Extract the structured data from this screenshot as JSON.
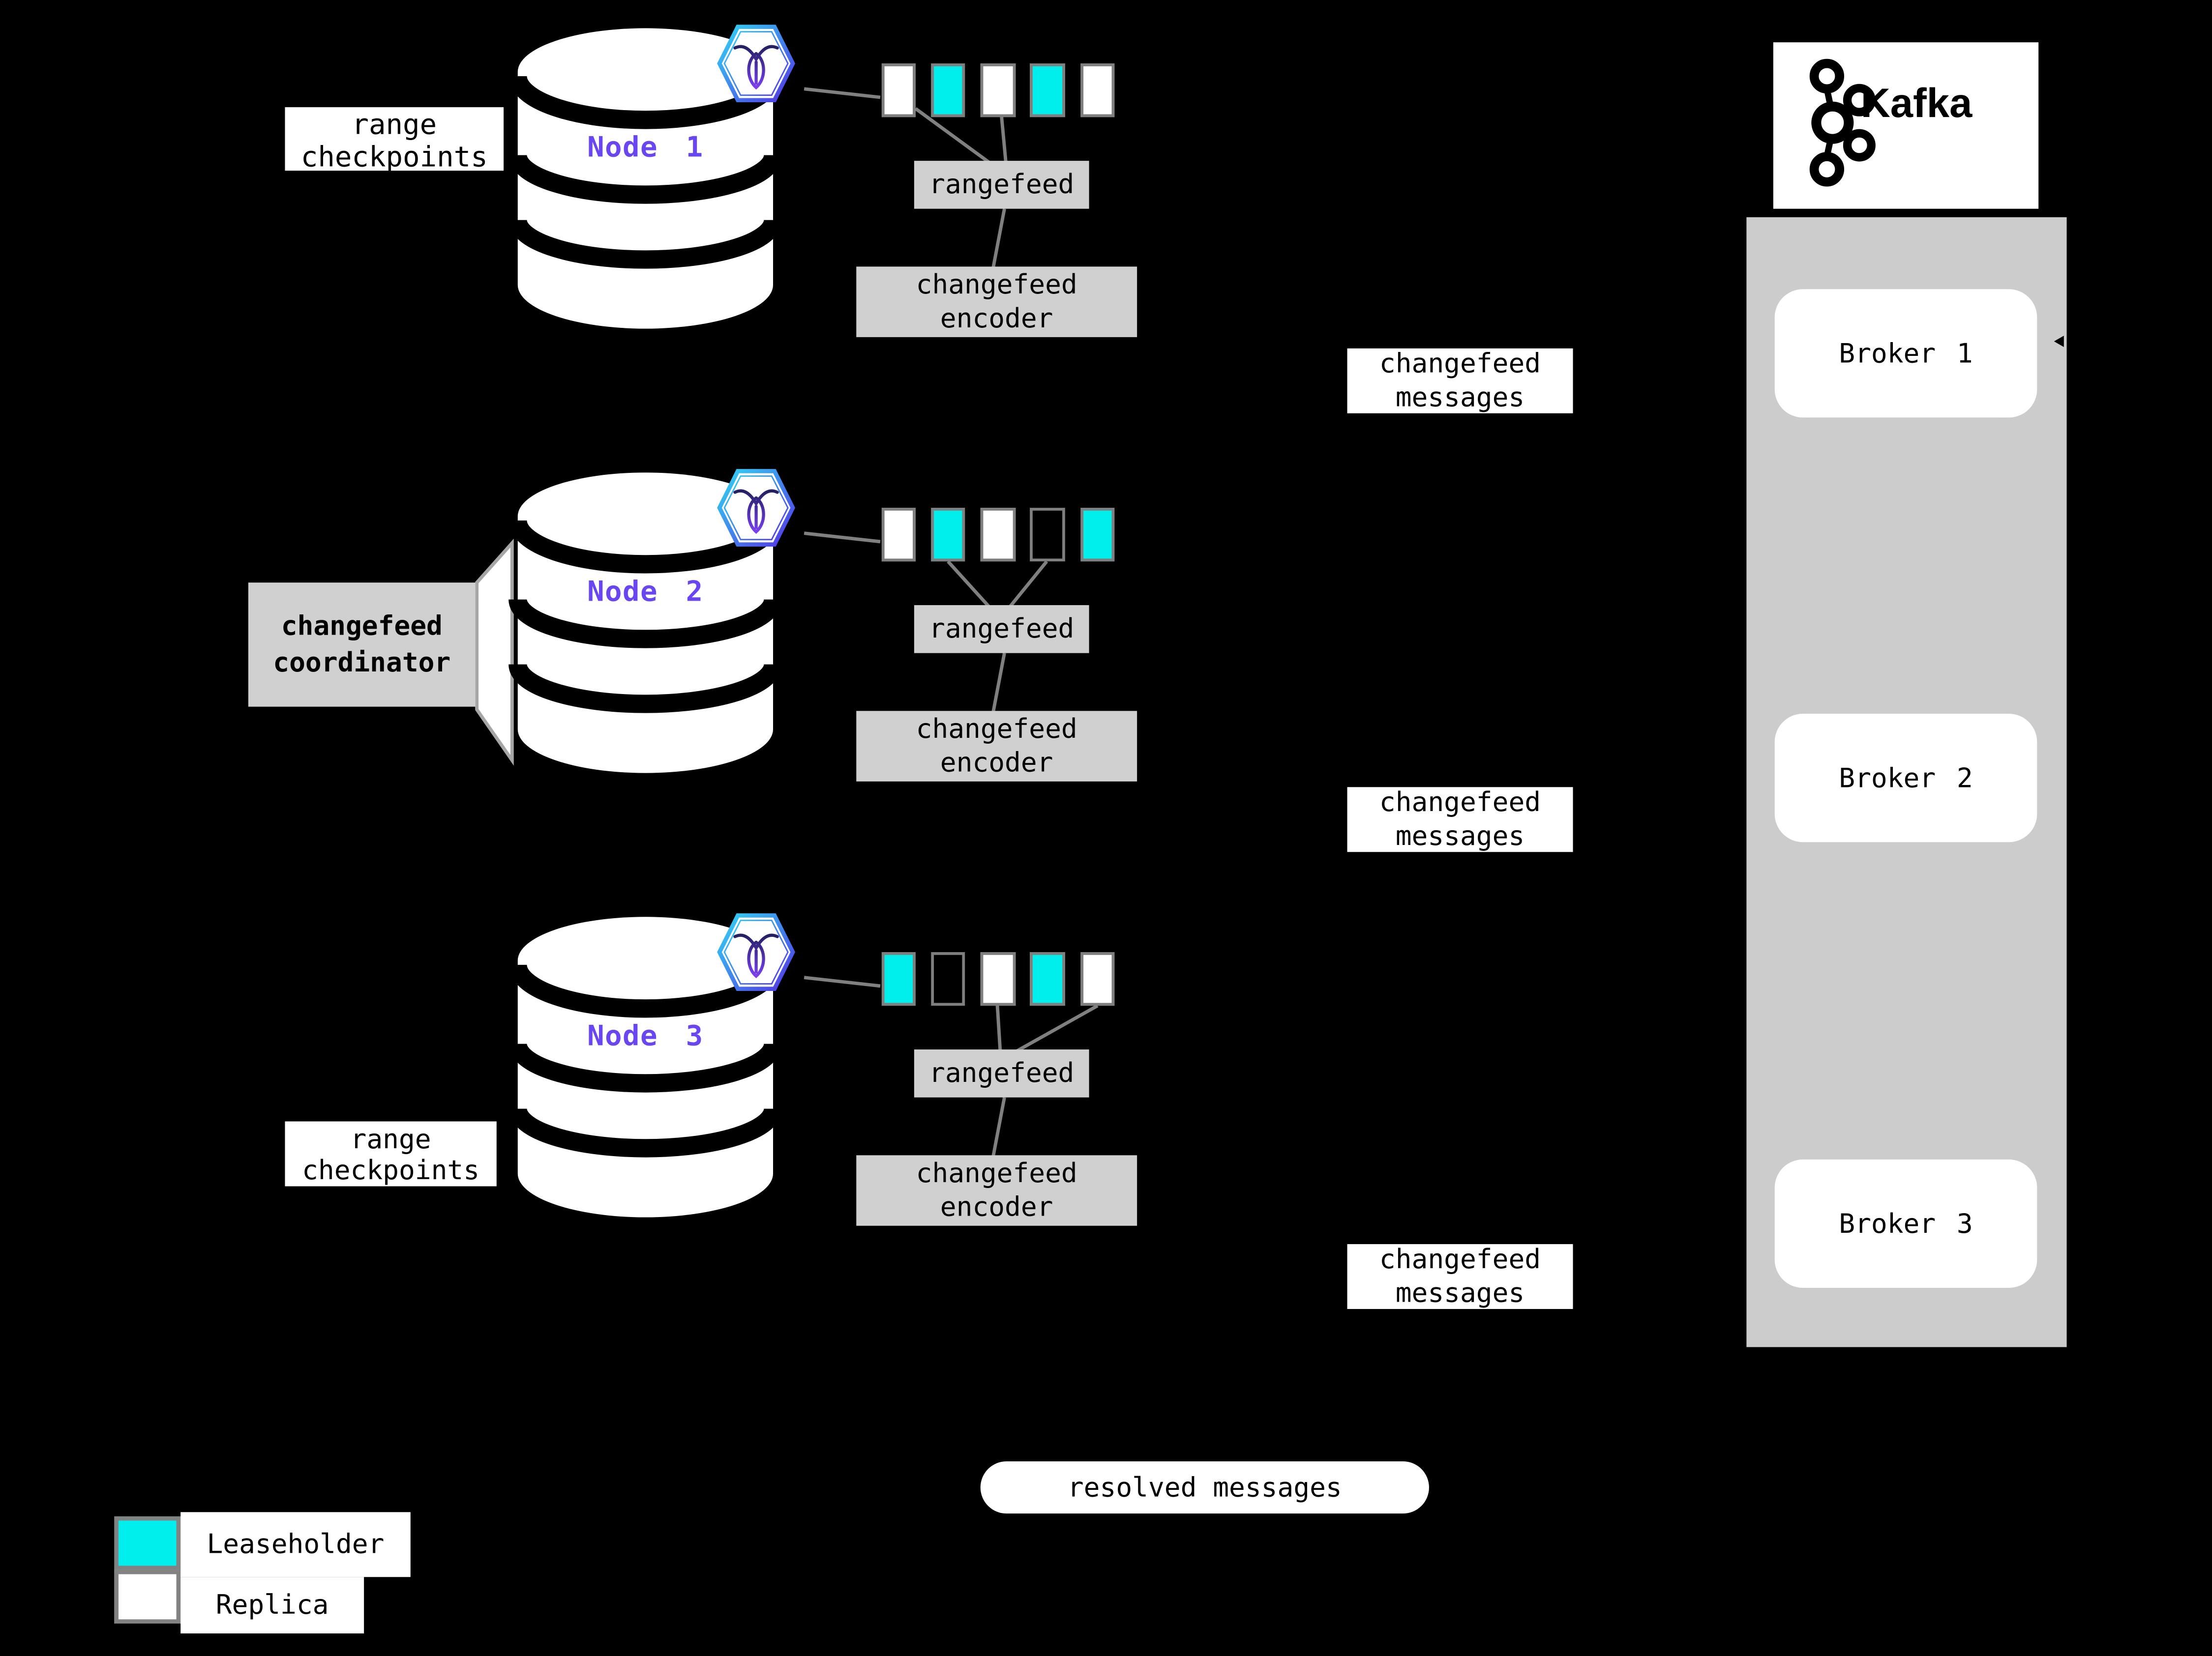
{
  "colors": {
    "background": "#000000",
    "leaseholder": "#00efec",
    "replica": "#ffffff",
    "node_label": "#6a46f2",
    "box_gray": "#d0d0d0",
    "container_gray": "#cccccc",
    "line_gray": "#808080"
  },
  "nodes": [
    {
      "label": "Node 1",
      "side_label": "range checkpoints",
      "rangefeed": "rangefeed",
      "encoder": "changefeed encoder",
      "messages": "changefeed messages",
      "ranges": [
        "replica",
        "leaseholder",
        "replica",
        "leaseholder",
        "replica"
      ]
    },
    {
      "label": "Node 2",
      "coordinator": "changefeed coordinator",
      "rangefeed": "rangefeed",
      "encoder": "changefeed encoder",
      "messages": "changefeed messages",
      "ranges": [
        "replica",
        "leaseholder",
        "replica",
        "empty",
        "leaseholder"
      ]
    },
    {
      "label": "Node 3",
      "side_label": "range checkpoints",
      "rangefeed": "rangefeed",
      "encoder": "changefeed encoder",
      "messages": "changefeed messages",
      "ranges": [
        "leaseholder",
        "empty",
        "replica",
        "leaseholder",
        "replica"
      ]
    }
  ],
  "kafka": {
    "title": "Kafka",
    "brokers": [
      {
        "label": "Broker 1"
      },
      {
        "label": "Broker 2"
      },
      {
        "label": "Broker 3"
      }
    ]
  },
  "resolved": {
    "label": "resolved messages"
  },
  "legend": [
    {
      "type": "leaseholder",
      "label": "Leaseholder"
    },
    {
      "type": "replica",
      "label": "Replica"
    }
  ]
}
